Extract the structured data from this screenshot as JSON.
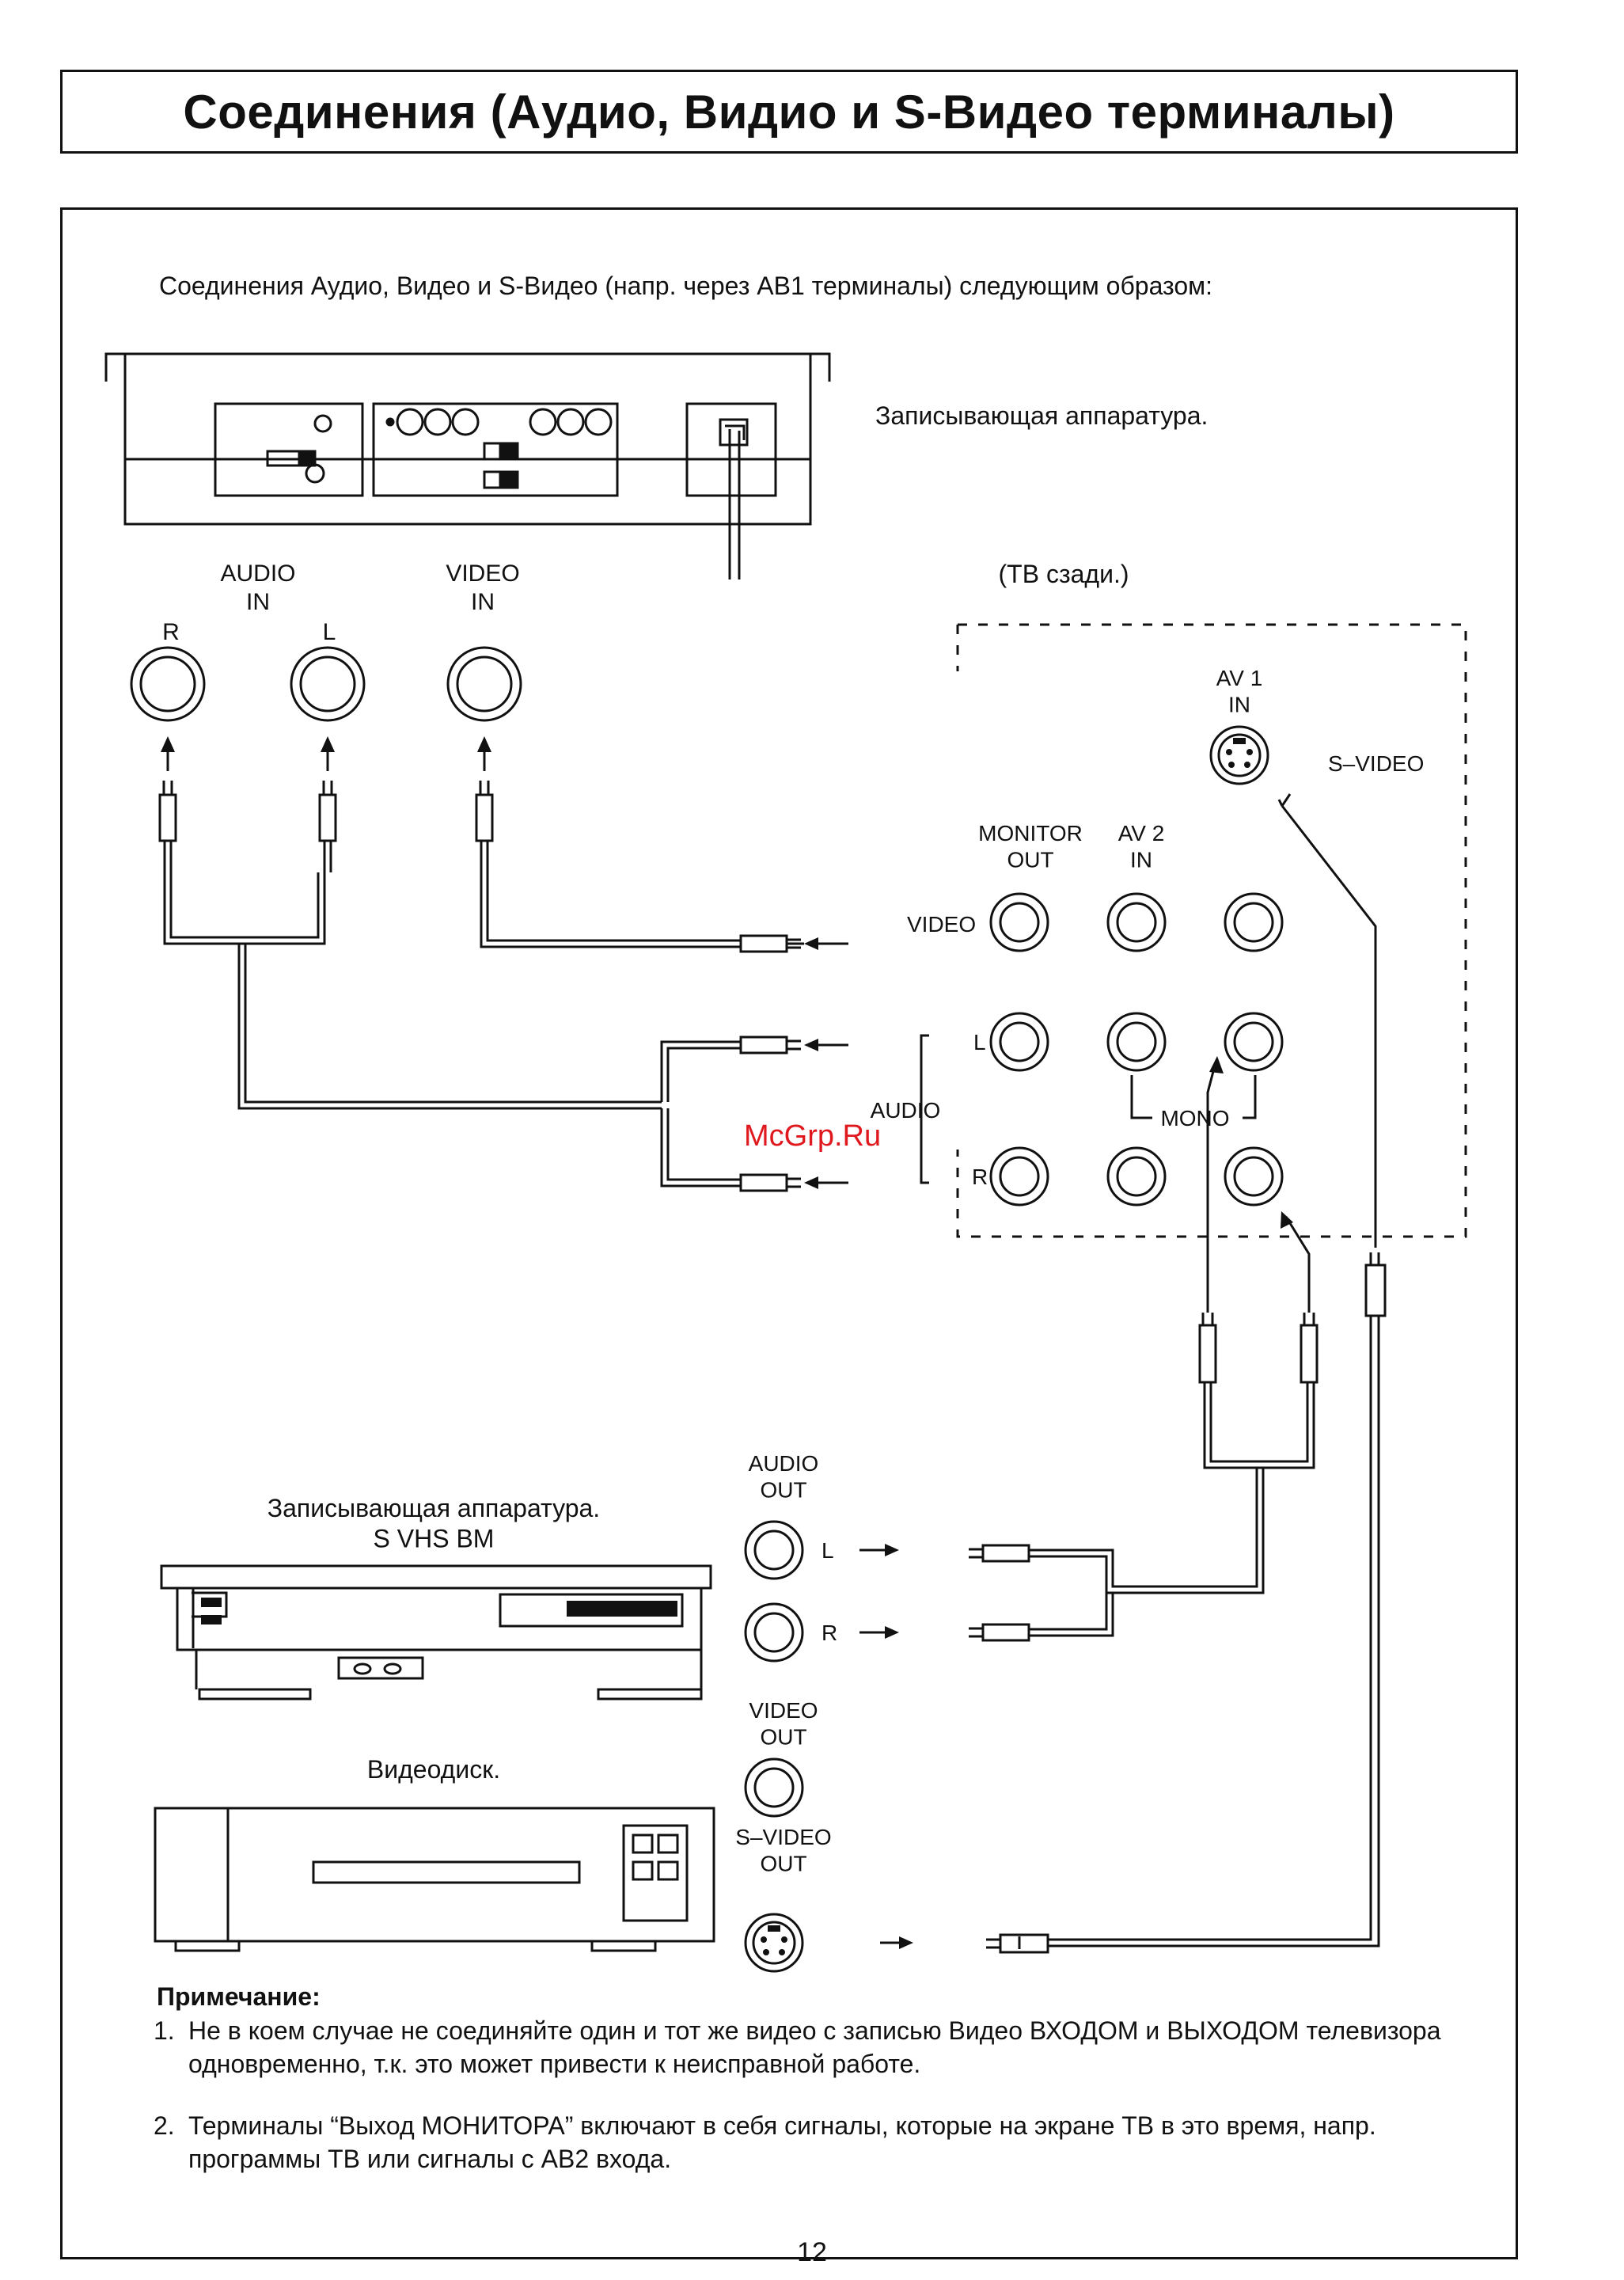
{
  "title": "Соединения (Аудио, Видио и S-Видео терминалы)",
  "intro": "Соединения Аудио, Видео и S-Видео (напр. через АВ1 терминалы) следующим образом:",
  "recorder_top_caption": "Записывающая аппаратура.",
  "tv_rear_caption": "(ТВ сзади.)",
  "recorder_in": {
    "audio_in": "AUDIO\nIN",
    "video_in": "VIDEO\nIN",
    "r": "R",
    "l": "L"
  },
  "tv_panel": {
    "av1_in": "AV 1\nIN",
    "s_video": "S–VIDEO",
    "monitor_out": "MONITOR\nOUT",
    "av2_in": "AV 2\nIN",
    "video": "VIDEO",
    "l": "L",
    "audio": "AUDIO",
    "r": "R",
    "mono": "MONO"
  },
  "svhs_caption": "Записывающая аппаратура.\nS VHS ВМ",
  "videodisc_caption": "Видеодиск.",
  "source_out": {
    "audio_out": "AUDIO\nOUT",
    "l": "L",
    "r": "R",
    "video_out": "VIDEO\nOUT",
    "s_video_out": "S–VIDEO\nOUT"
  },
  "notes": {
    "heading": "Примечание:",
    "items": [
      {
        "num": "1.",
        "text": "Не в коем случае не соединяйте один и тот же видео с записью Видео ВХОДОМ и ВЫХОДОМ телевизора одновременно, т.к. это может привести к неисправной работе."
      },
      {
        "num": "2.",
        "text": "Терминалы “Выход МОНИТОРА” включают в себя сигналы, которые на экране ТВ в это время, напр. программы ТВ или сигналы с АВ2 входа."
      }
    ]
  },
  "watermark": "McGrp.Ru",
  "page_number": "12",
  "icons": [
    "rca-jack-icon",
    "s-video-jack-icon",
    "rca-plug-icon",
    "arrow-icon",
    "vcr-icon",
    "videodisc-player-icon"
  ]
}
